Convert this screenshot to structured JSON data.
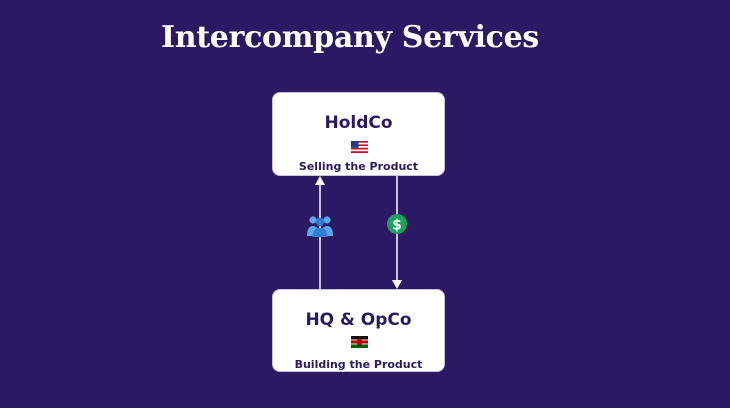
{
  "title": "Intercompany Services",
  "nodes": {
    "top": {
      "name": "HoldCo",
      "flag_icon": "us-flag-icon",
      "subtitle": "Selling the Product"
    },
    "bottom": {
      "name": "HQ & OpCo",
      "flag_icon": "kenya-flag-icon",
      "subtitle": "Building the Product"
    }
  },
  "edges": [
    {
      "from": "bottom",
      "to": "top",
      "icon": "people-icon"
    },
    {
      "from": "top",
      "to": "bottom",
      "icon": "dollar-icon"
    }
  ],
  "colors": {
    "background": "#2b1a63",
    "box": "#ffffff",
    "text": "#2b1a63",
    "dollar": "#1aa35a",
    "people": "#3b8fe0"
  }
}
